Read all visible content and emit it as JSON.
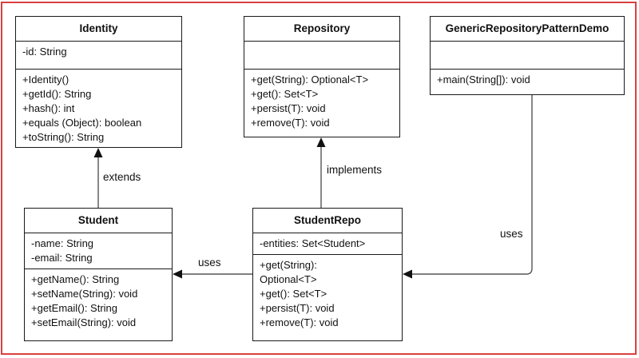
{
  "diagram": {
    "frame_color": "#d9413f",
    "classes": {
      "identity": {
        "name": "Identity",
        "attributes": [
          "-id: String"
        ],
        "methods": [
          "+Identity()",
          "+getId(): String",
          "+hash(): int",
          "+equals (Object): boolean",
          "+toString(): String"
        ]
      },
      "repository": {
        "name": "Repository",
        "attributes": [],
        "methods": [
          "+get(String): Optional<T>",
          "+get(): Set<T>",
          "+persist(T): void",
          "+remove(T): void"
        ]
      },
      "demo": {
        "name": "GenericRepositoryPatternDemo",
        "attributes": [],
        "methods": [
          "+main(String[]): void"
        ]
      },
      "student": {
        "name": "Student",
        "attributes": [
          "-name: String",
          "-email: String"
        ],
        "methods": [
          "+getName(): String",
          "+setName(String): void",
          "+getEmail(): String",
          "+setEmail(String): void"
        ]
      },
      "studentrepo": {
        "name": "StudentRepo",
        "attributes": [
          "-entities: Set<Student>"
        ],
        "methods": [
          "+get(String):",
          "Optional<T>",
          "+get(): Set<T>",
          "+persist(T): void",
          "+remove(T): void"
        ]
      }
    },
    "relations": {
      "extends": "extends",
      "implements": "implements",
      "uses_repo": "uses",
      "uses_demo": "uses"
    }
  }
}
